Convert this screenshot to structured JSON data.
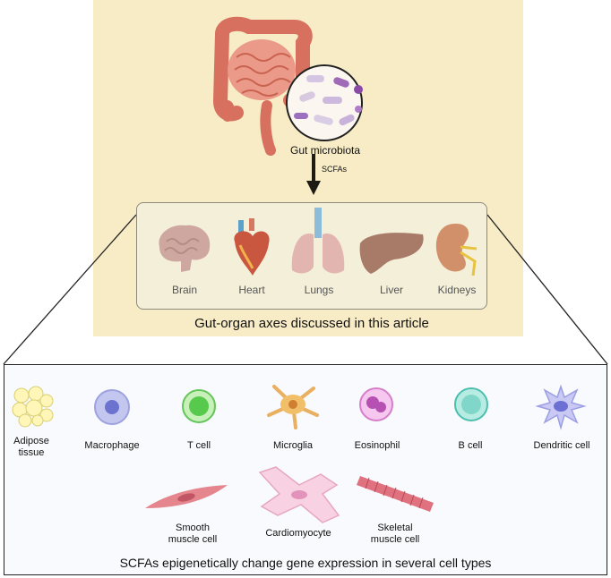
{
  "top": {
    "microbiota_label": "Gut microbiota",
    "scfa_label": "SCFAs",
    "axes_caption": "Gut-organ axes discussed in this article"
  },
  "organs": [
    {
      "name": "Brain",
      "icon": "brain-icon"
    },
    {
      "name": "Heart",
      "icon": "heart-icon"
    },
    {
      "name": "Lungs",
      "icon": "lungs-icon"
    },
    {
      "name": "Liver",
      "icon": "liver-icon"
    },
    {
      "name": "Kidneys",
      "icon": "kidney-icon"
    }
  ],
  "cells_row1": [
    {
      "name": "Adipose\ntissue",
      "icon": "adipose-tissue-icon"
    },
    {
      "name": "Macrophage",
      "icon": "macrophage-icon"
    },
    {
      "name": "T cell",
      "icon": "t-cell-icon"
    },
    {
      "name": "Microglia",
      "icon": "microglia-icon"
    },
    {
      "name": "Eosinophil",
      "icon": "eosinophil-icon"
    },
    {
      "name": "B cell",
      "icon": "b-cell-icon"
    },
    {
      "name": "Dendritic cell",
      "icon": "dendritic-cell-icon"
    }
  ],
  "cells_row2": [
    {
      "name": "Smooth\nmuscle cell",
      "icon": "smooth-muscle-cell-icon"
    },
    {
      "name": "Cardiomyocyte",
      "icon": "cardiomyocyte-icon"
    },
    {
      "name": "Skeletal\nmuscle cell",
      "icon": "skeletal-muscle-cell-icon"
    }
  ],
  "bottom": {
    "caption": "SCFAs epigenetically change gene expression in several cell types"
  },
  "colors": {
    "top_panel": "#f8ecc6",
    "organ_box": "#f4efd9",
    "bottom_panel": "#f8fafd",
    "intestine": "#e98f7f"
  }
}
